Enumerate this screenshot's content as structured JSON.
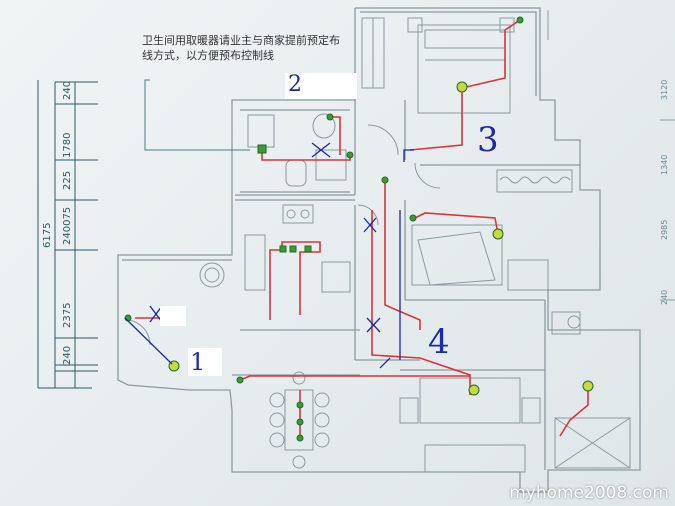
{
  "note": {
    "text": "卫生间用取暖器请业主与商家提前预定布线方式，以方便预布控制线"
  },
  "markers": {
    "m1": "1",
    "m2": "2",
    "m3": "3",
    "m4": "4"
  },
  "dimensions": {
    "d240_top": "240",
    "d1780": "1780",
    "d225": "225",
    "d240075": "240075",
    "d2375": "2375",
    "d240_bottom": "240",
    "d6175": "6175"
  },
  "right_dims": {
    "r1": "3120",
    "r2": "1340",
    "r3": "2985",
    "r4": "240"
  },
  "watermark": "myhome2008.com",
  "colors": {
    "wiring": "#e0313a",
    "pen": "#1a2aa8",
    "walls": "#8a9aa0",
    "dim_lines": "#2c5a66",
    "fixture": "#3c9a3c"
  }
}
